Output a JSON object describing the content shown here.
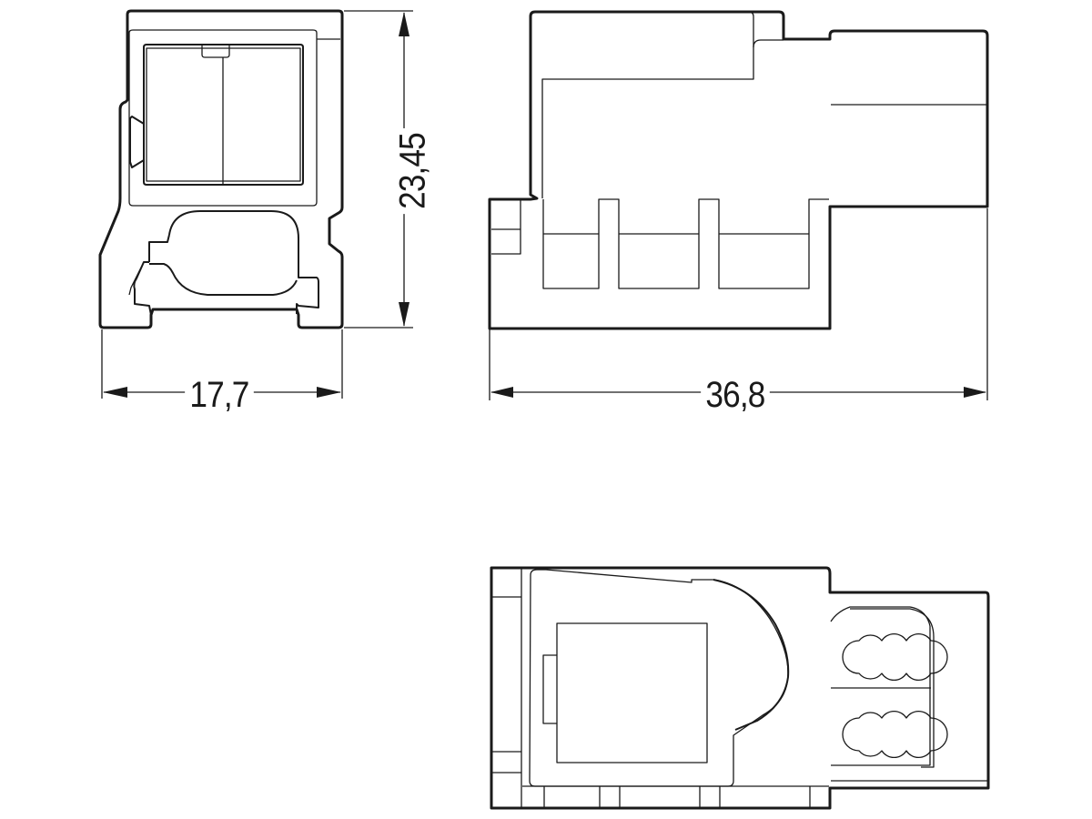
{
  "drawing": {
    "type": "technical dimension drawing",
    "views": [
      {
        "id": "front-view",
        "name": "Front view"
      },
      {
        "id": "side-view",
        "name": "Side view"
      },
      {
        "id": "top-view",
        "name": "Top view"
      }
    ],
    "colors": {
      "line": "#1a1a1a",
      "background": "#ffffff"
    }
  },
  "dimensions": {
    "width": {
      "label": "17,7",
      "unit": "mm",
      "orientation": "horizontal"
    },
    "height": {
      "label": "23,45",
      "unit": "mm",
      "orientation": "vertical"
    },
    "length": {
      "label": "36,8",
      "unit": "mm",
      "orientation": "horizontal"
    }
  }
}
